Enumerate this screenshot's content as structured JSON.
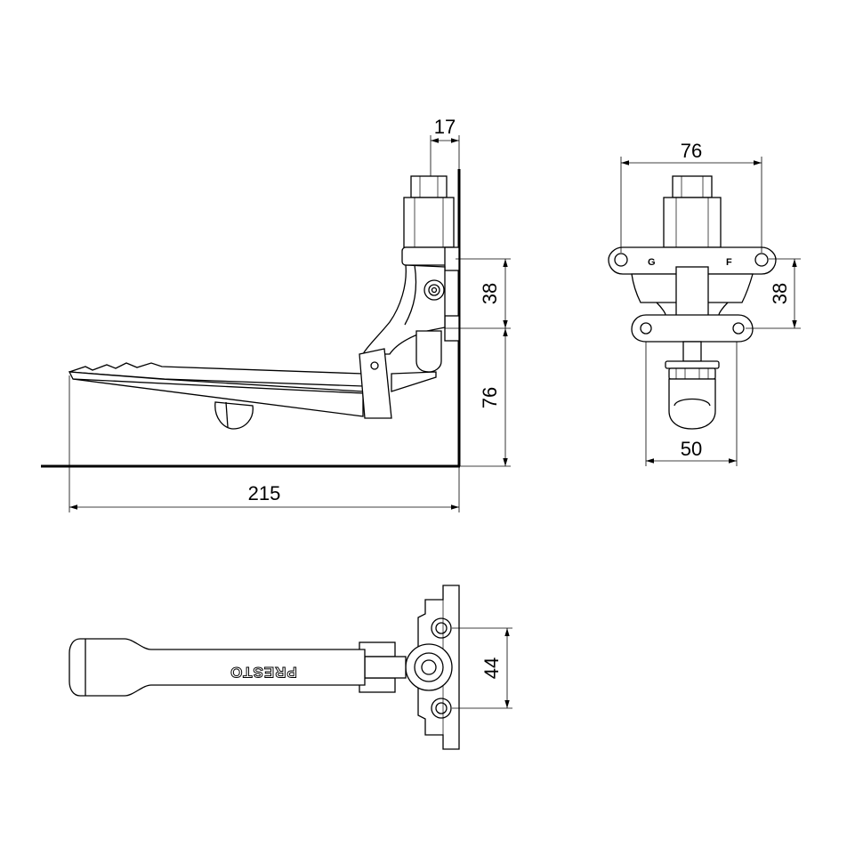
{
  "side_view": {
    "dim_top_width": "17",
    "dim_vertical_upper": "38",
    "dim_vertical_lower": "76",
    "dim_overall_length": "215"
  },
  "front_view": {
    "dim_width": "76",
    "dim_vertical": "38",
    "dim_bottom_width": "50",
    "mark_left": "G",
    "mark_right": "F"
  },
  "top_view": {
    "dim_vertical": "44",
    "brand_text": "PRESTO"
  }
}
